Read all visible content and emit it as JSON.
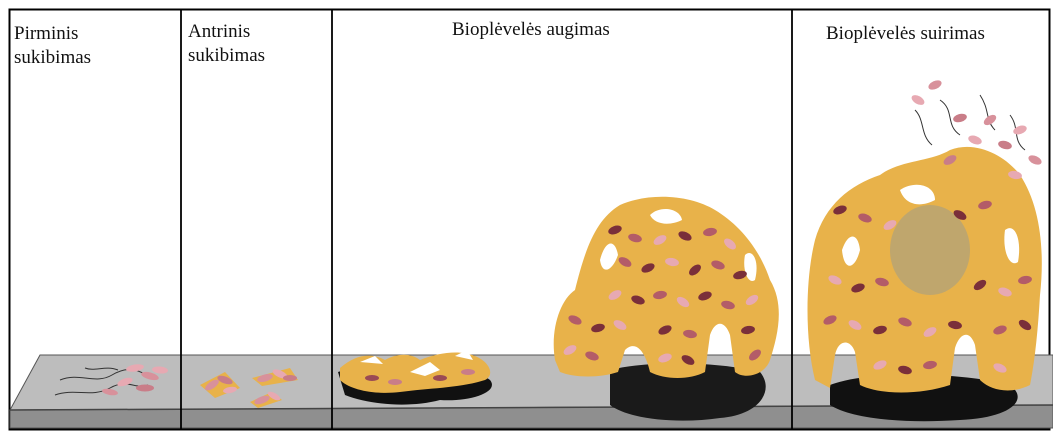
{
  "stages": [
    {
      "label": "Pirminis\nsukibimas"
    },
    {
      "label": "Antrinis\nsukibimas"
    },
    {
      "label": "Bioplėvelės augimas"
    },
    {
      "label": "Bioplėvelės suirimas"
    }
  ],
  "colors": {
    "surface_top": "#bdbdbd",
    "surface_front": "#8a8a8a",
    "matrix": "#e8b24a",
    "matrix_light": "#f3cf7a",
    "bacteria_dark": "#7a2f3a",
    "bacteria_mid": "#b35c68",
    "bacteria_light": "#e7a9b2",
    "shadow": "#111111",
    "divider": "#000000"
  }
}
